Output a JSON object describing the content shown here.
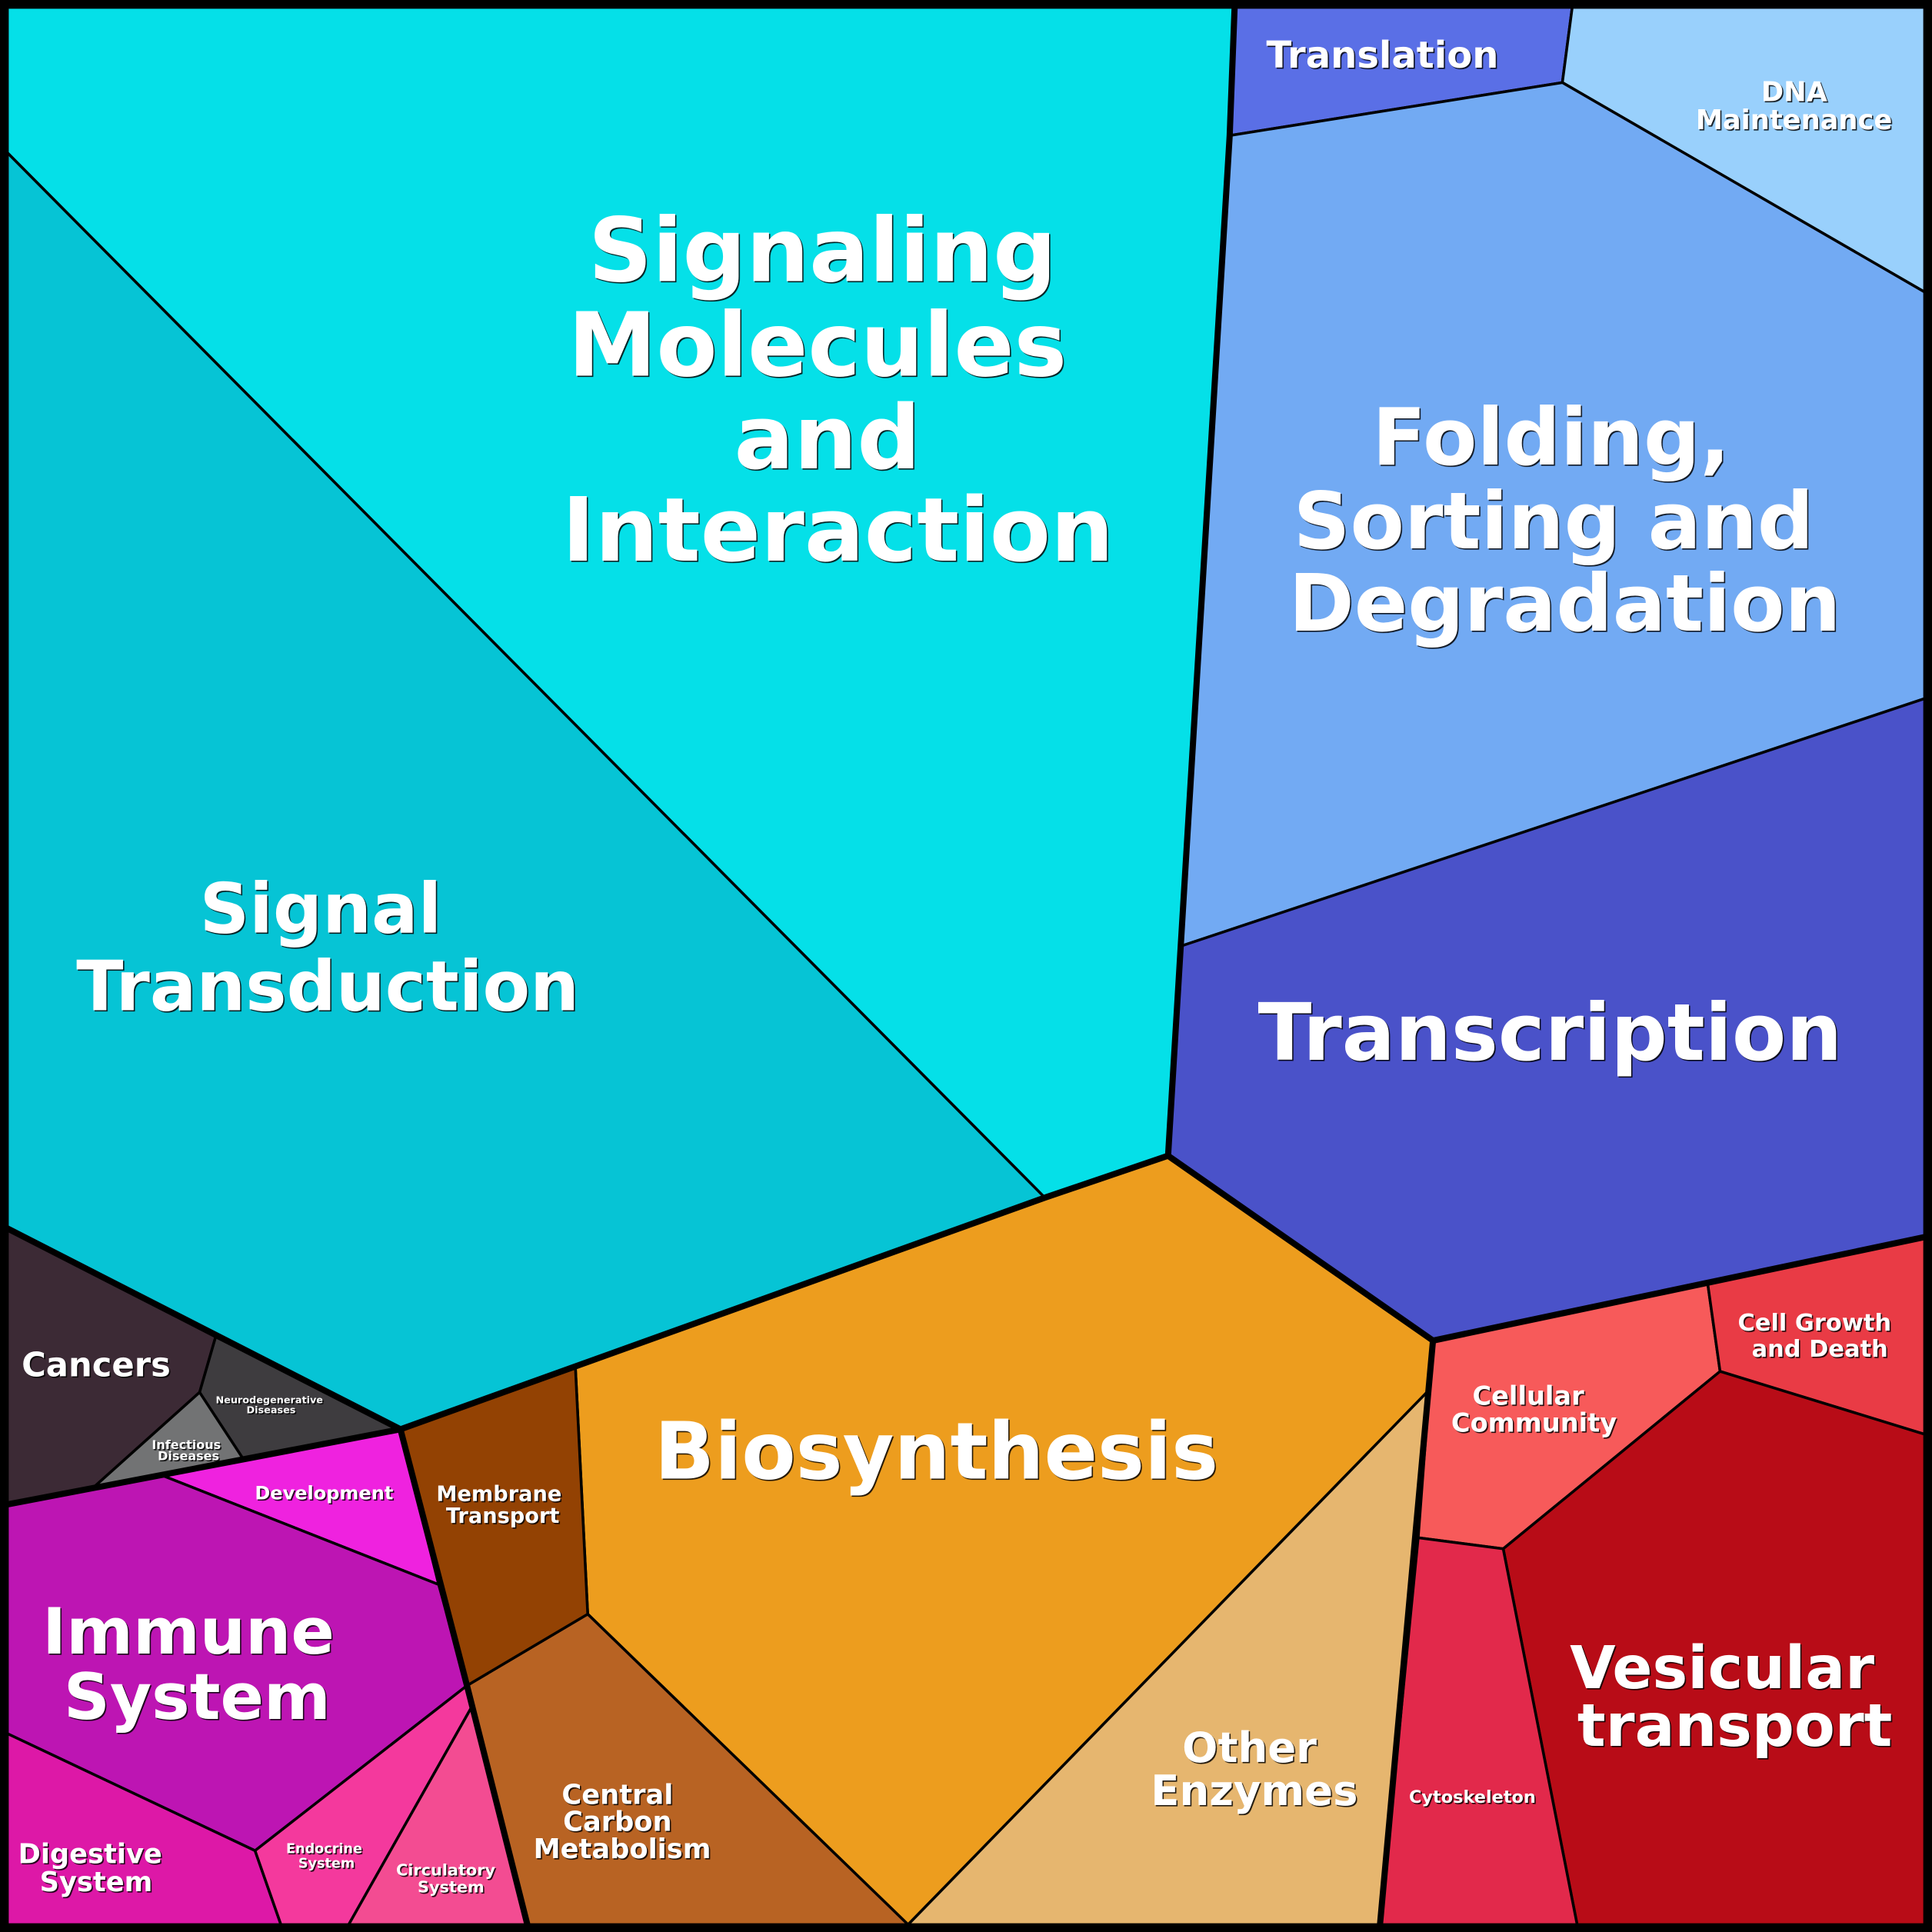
{
  "title": "Voronoi treemap of functional categories",
  "cells": {
    "signaling": {
      "lines": [
        "Signaling",
        "Molecules",
        "and",
        "Interaction"
      ],
      "color": "#05e0e8"
    },
    "signal_transduction": {
      "lines": [
        "Signal",
        "Transduction"
      ],
      "color": "#06c4d5"
    },
    "translation": {
      "lines": [
        "Translation"
      ],
      "color": "#5a6fe6"
    },
    "dna_maintenance": {
      "lines": [
        "DNA",
        "Maintenance"
      ],
      "color": "#99d0fc"
    },
    "folding": {
      "lines": [
        "Folding,",
        "Sorting and",
        "Degradation"
      ],
      "color": "#72aaf3"
    },
    "transcription": {
      "lines": [
        "Transcription"
      ],
      "color": "#4a52c9"
    },
    "biosynthesis": {
      "lines": [
        "Biosynthesis"
      ],
      "color": "#ed9d1e"
    },
    "other_enzymes": {
      "lines": [
        "Other",
        "Enzymes"
      ],
      "color": "#e6b66f"
    },
    "central_carbon": {
      "lines": [
        "Central",
        "Carbon",
        "Metabolism"
      ],
      "color": "#b86323"
    },
    "membrane_transport": {
      "lines": [
        "Membrane",
        "Transport"
      ],
      "color": "#934203"
    },
    "cellular_community": {
      "lines": [
        "Cellular",
        "Community"
      ],
      "color": "#f75a5a"
    },
    "cell_growth": {
      "lines": [
        "Cell Growth",
        "and Death"
      ],
      "color": "#e93b45"
    },
    "vesicular": {
      "lines": [
        "Vesicular",
        "transport"
      ],
      "color": "#b80c17"
    },
    "cytoskeleton": {
      "lines": [
        "Cytoskeleton"
      ],
      "color": "#e2294b"
    },
    "cancers": {
      "lines": [
        "Cancers"
      ],
      "color": "#3c2a35"
    },
    "neurodegenerative": {
      "lines": [
        "Neurodegenerative",
        "Diseases"
      ],
      "color": "#3e3c3f"
    },
    "infectious": {
      "lines": [
        "Infectious",
        "Diseases"
      ],
      "color": "#727374"
    },
    "development": {
      "lines": [
        "Development"
      ],
      "color": "#ef22df"
    },
    "immune": {
      "lines": [
        "Immune",
        "System"
      ],
      "color": "#bd15b3"
    },
    "digestive": {
      "lines": [
        "Digestive",
        "System"
      ],
      "color": "#dd18a7"
    },
    "endocrine": {
      "lines": [
        "Endocrine",
        "System"
      ],
      "color": "#f4399d"
    },
    "circulatory": {
      "lines": [
        "Circulatory",
        "System"
      ],
      "color": "#f34c92"
    }
  }
}
